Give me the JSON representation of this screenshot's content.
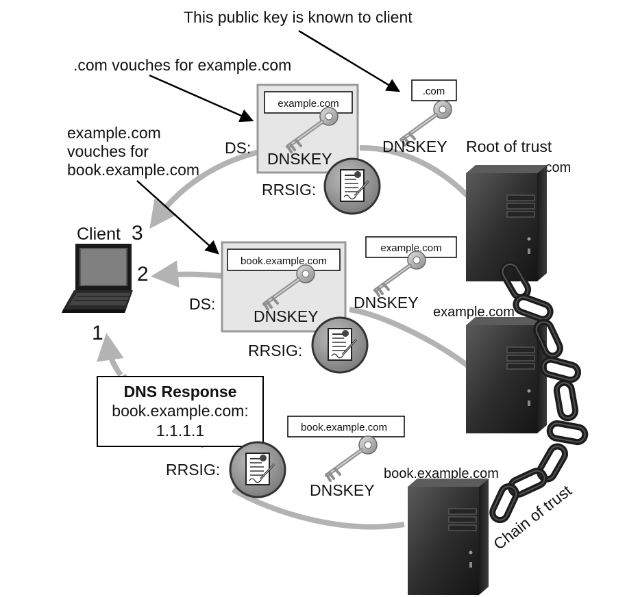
{
  "annotations": {
    "public_key_known": "This public key is known to client",
    "com_vouches": ".com vouches for example.com",
    "example_vouches_line1": "example.com",
    "example_vouches_line2": "vouches for",
    "example_vouches_line3": "book.example.com"
  },
  "client": {
    "label": "Client",
    "step3": "3",
    "step2": "2",
    "step1": "1"
  },
  "ds_record_com": {
    "ds_label": "DS:",
    "box_label": "example.com",
    "key_label": "DNSKEY",
    "rrsig_label": "RRSIG:"
  },
  "ds_record_example": {
    "ds_label": "DS:",
    "box_label": "book.example.com",
    "key_label": "DNSKEY",
    "rrsig_label": "RRSIG:"
  },
  "dns_response": {
    "title": "DNS Response",
    "line1": "book.example.com:",
    "line2": "1.1.1.1",
    "rrsig_label": "RRSIG:"
  },
  "servers": {
    "com": {
      "key_box": ".com",
      "key_label": "DNSKEY",
      "root_label": "Root of trust",
      "name": ".com"
    },
    "example": {
      "key_box": "example.com",
      "key_label": "DNSKEY",
      "name": "example.com"
    },
    "book": {
      "key_box": "book.example.com",
      "key_label": "DNSKEY",
      "name": "book.example.com"
    }
  },
  "chain_label": "Chain of trust",
  "colors": {
    "arc": "#b3b3b3",
    "panel": "#e6e6e6",
    "server_dark": "#2b2b2b",
    "chain": "#1c1c1c"
  }
}
